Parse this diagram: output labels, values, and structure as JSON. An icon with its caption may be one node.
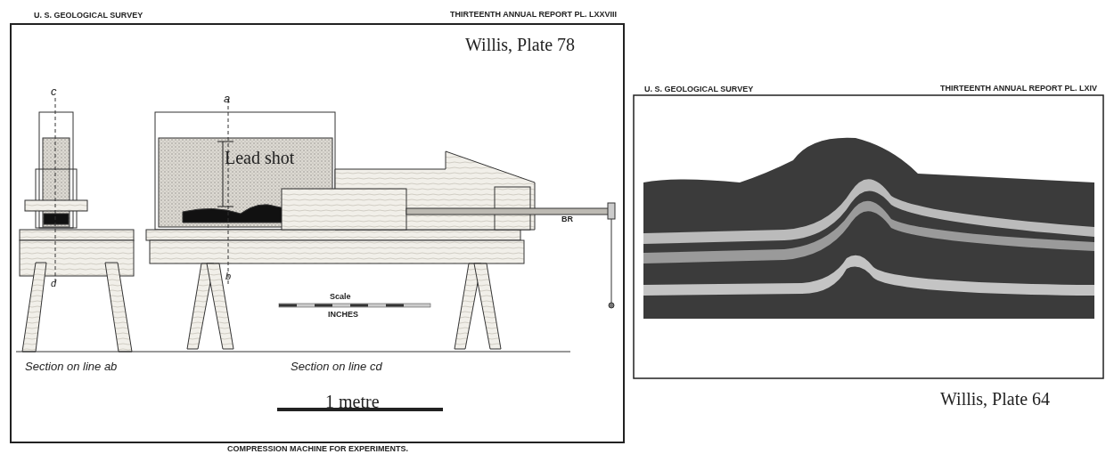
{
  "diagram": {
    "caption": "COMPRESSION MACHINE FOR EXPERIMENTS.",
    "labels": [
      "U. S. GEOLOGICAL SURVEY",
      "THIRTEENTH ANNUAL REPORT PL. LXXVIII",
      "Willis, Plate 78",
      "c",
      "a",
      "Lead shot",
      "BR",
      "b",
      "d",
      "Scale",
      "INCHES",
      "Section on line ab",
      "Section on line cd",
      "1 metre",
      "U. S. GEOLOGICAL SURVEY",
      "THIRTEENTH ANNUAL REPORT PL. LXIV",
      "Willis, Plate 64"
    ]
  }
}
